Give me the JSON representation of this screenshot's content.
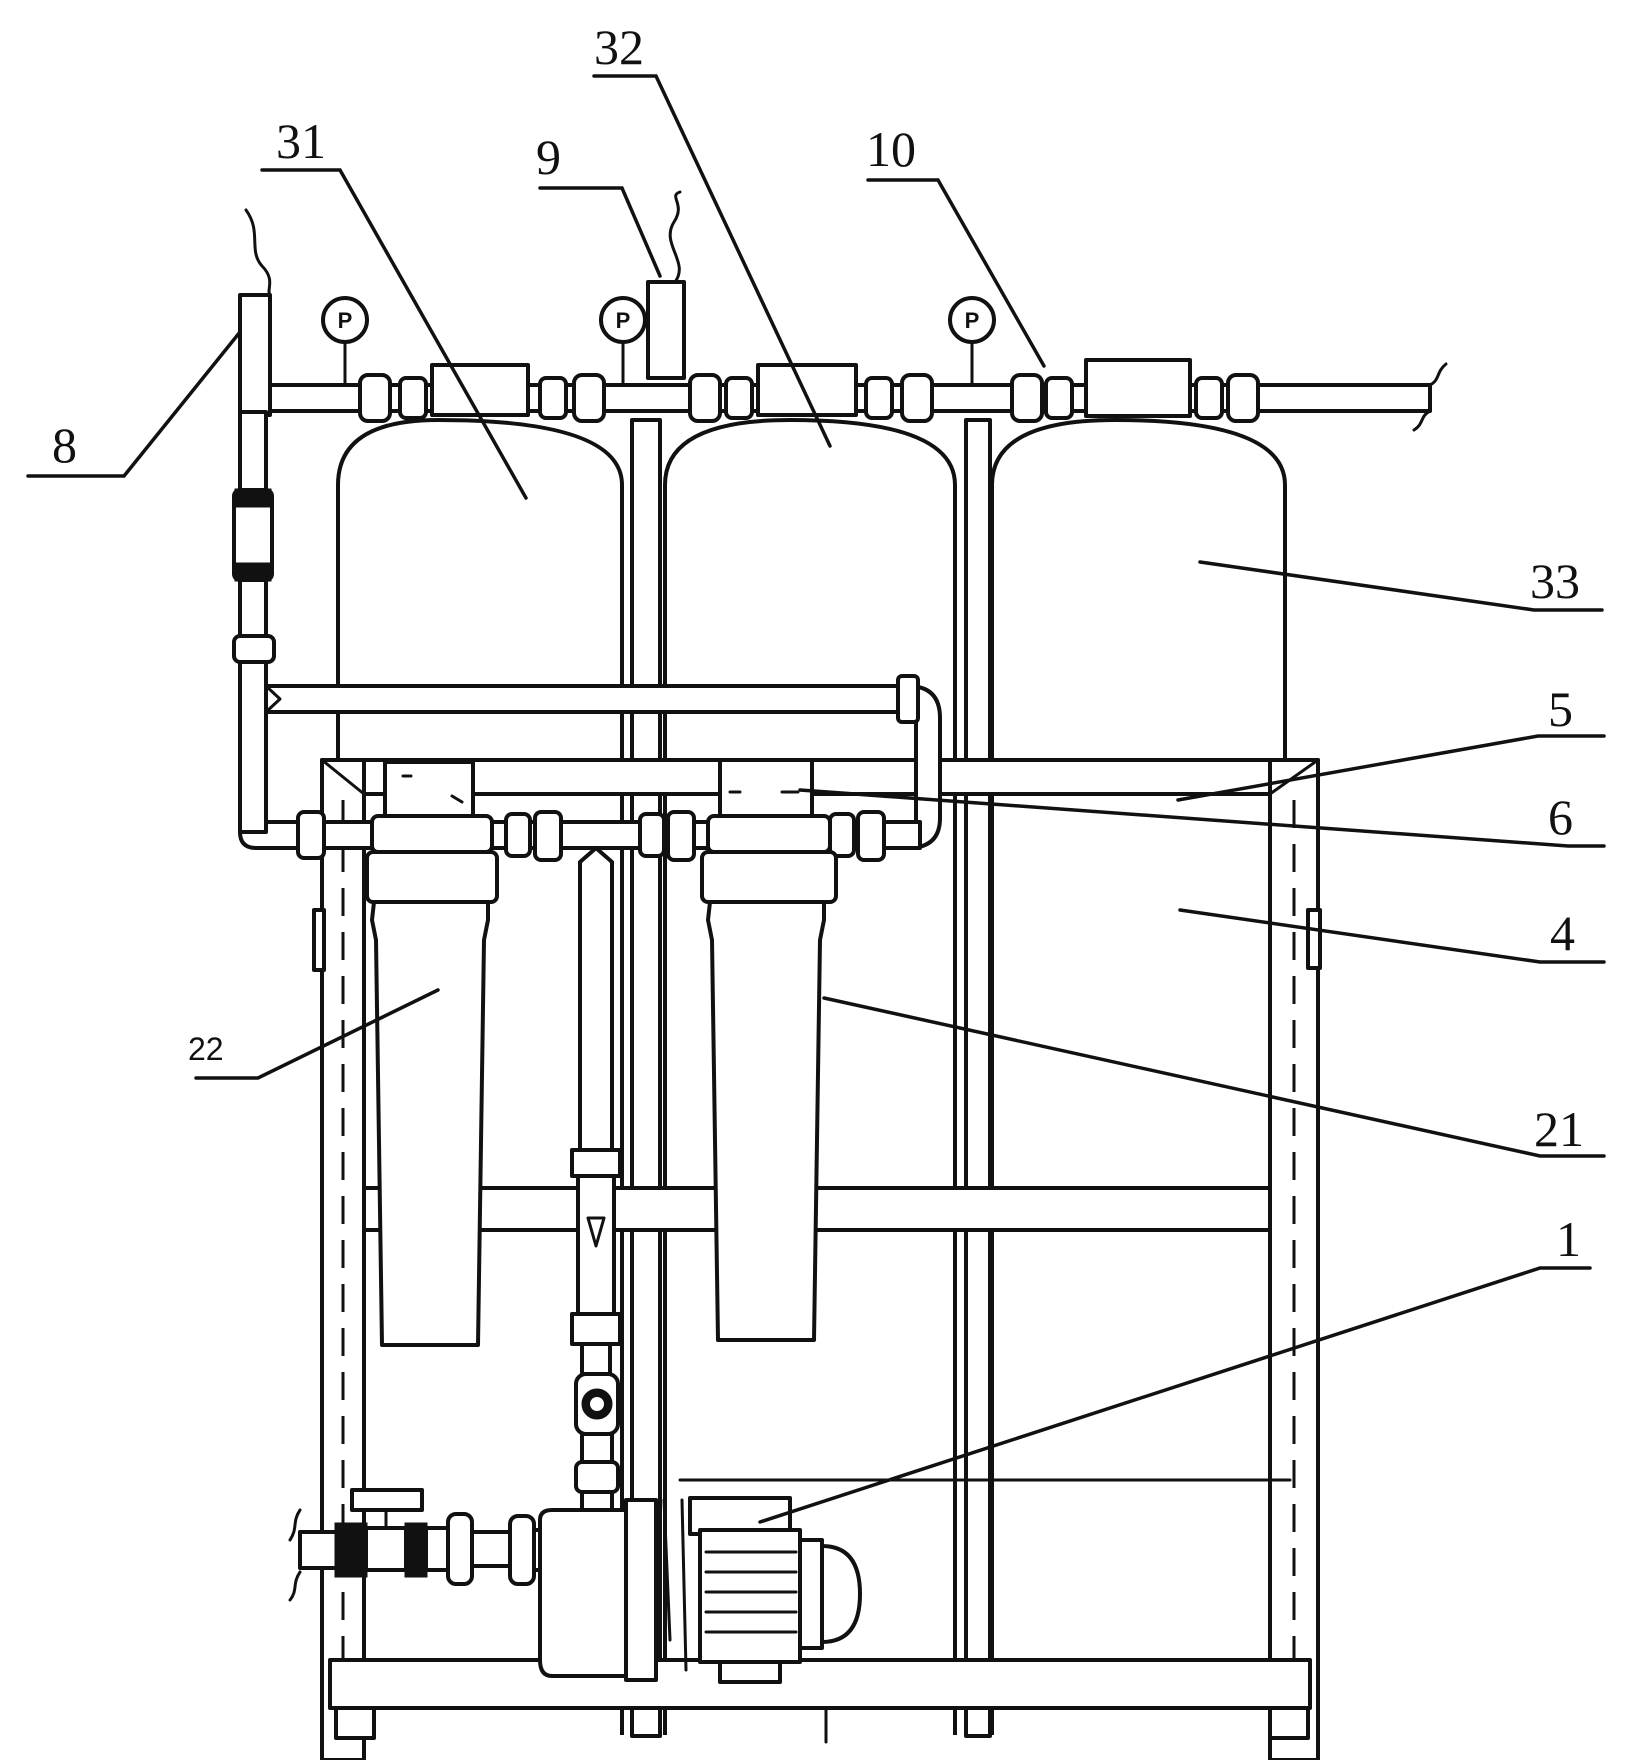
{
  "labels": {
    "l1": "1",
    "l4": "4",
    "l5": "5",
    "l6": "6",
    "l8": "8",
    "l9": "9",
    "l10": "10",
    "l21": "21",
    "l22": "22",
    "l31": "31",
    "l32": "32",
    "l33": "33"
  },
  "gauge_symbol": "P",
  "colors": {
    "line": "#111111",
    "background": "#ffffff"
  }
}
